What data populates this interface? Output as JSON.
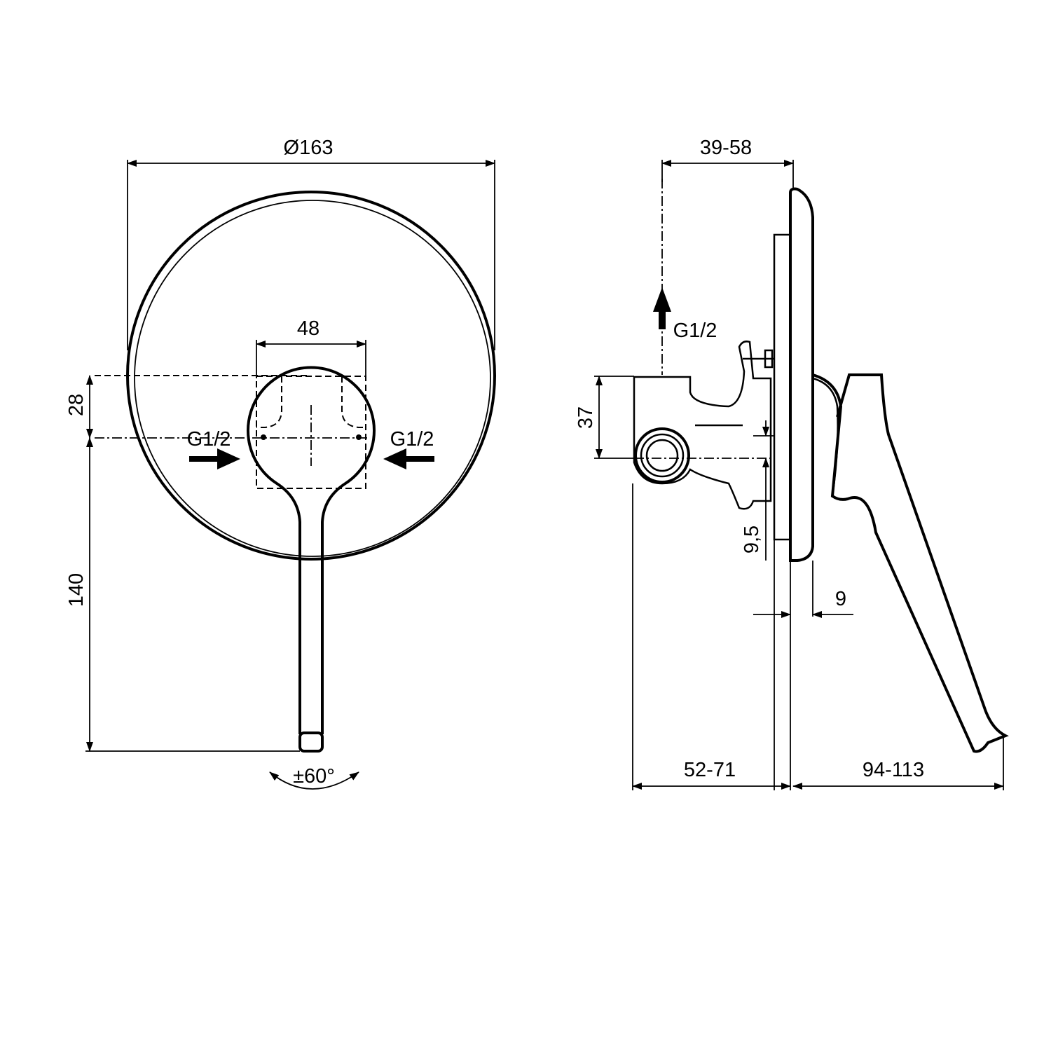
{
  "front_view": {
    "diameter_label": "Ø163",
    "body_width_label": "48",
    "offset_label": "28",
    "handle_length_label": "140",
    "inlet_left_label": "G1/2",
    "inlet_right_label": "G1/2",
    "rotation_label": "±60°"
  },
  "side_view": {
    "wall_depth_label": "39-58",
    "outlet_label": "G1/2",
    "height_label": "37",
    "gap_label": "9,5",
    "plate_label": "9",
    "body_depth_label": "52-71",
    "handle_projection_label": "94-113"
  }
}
